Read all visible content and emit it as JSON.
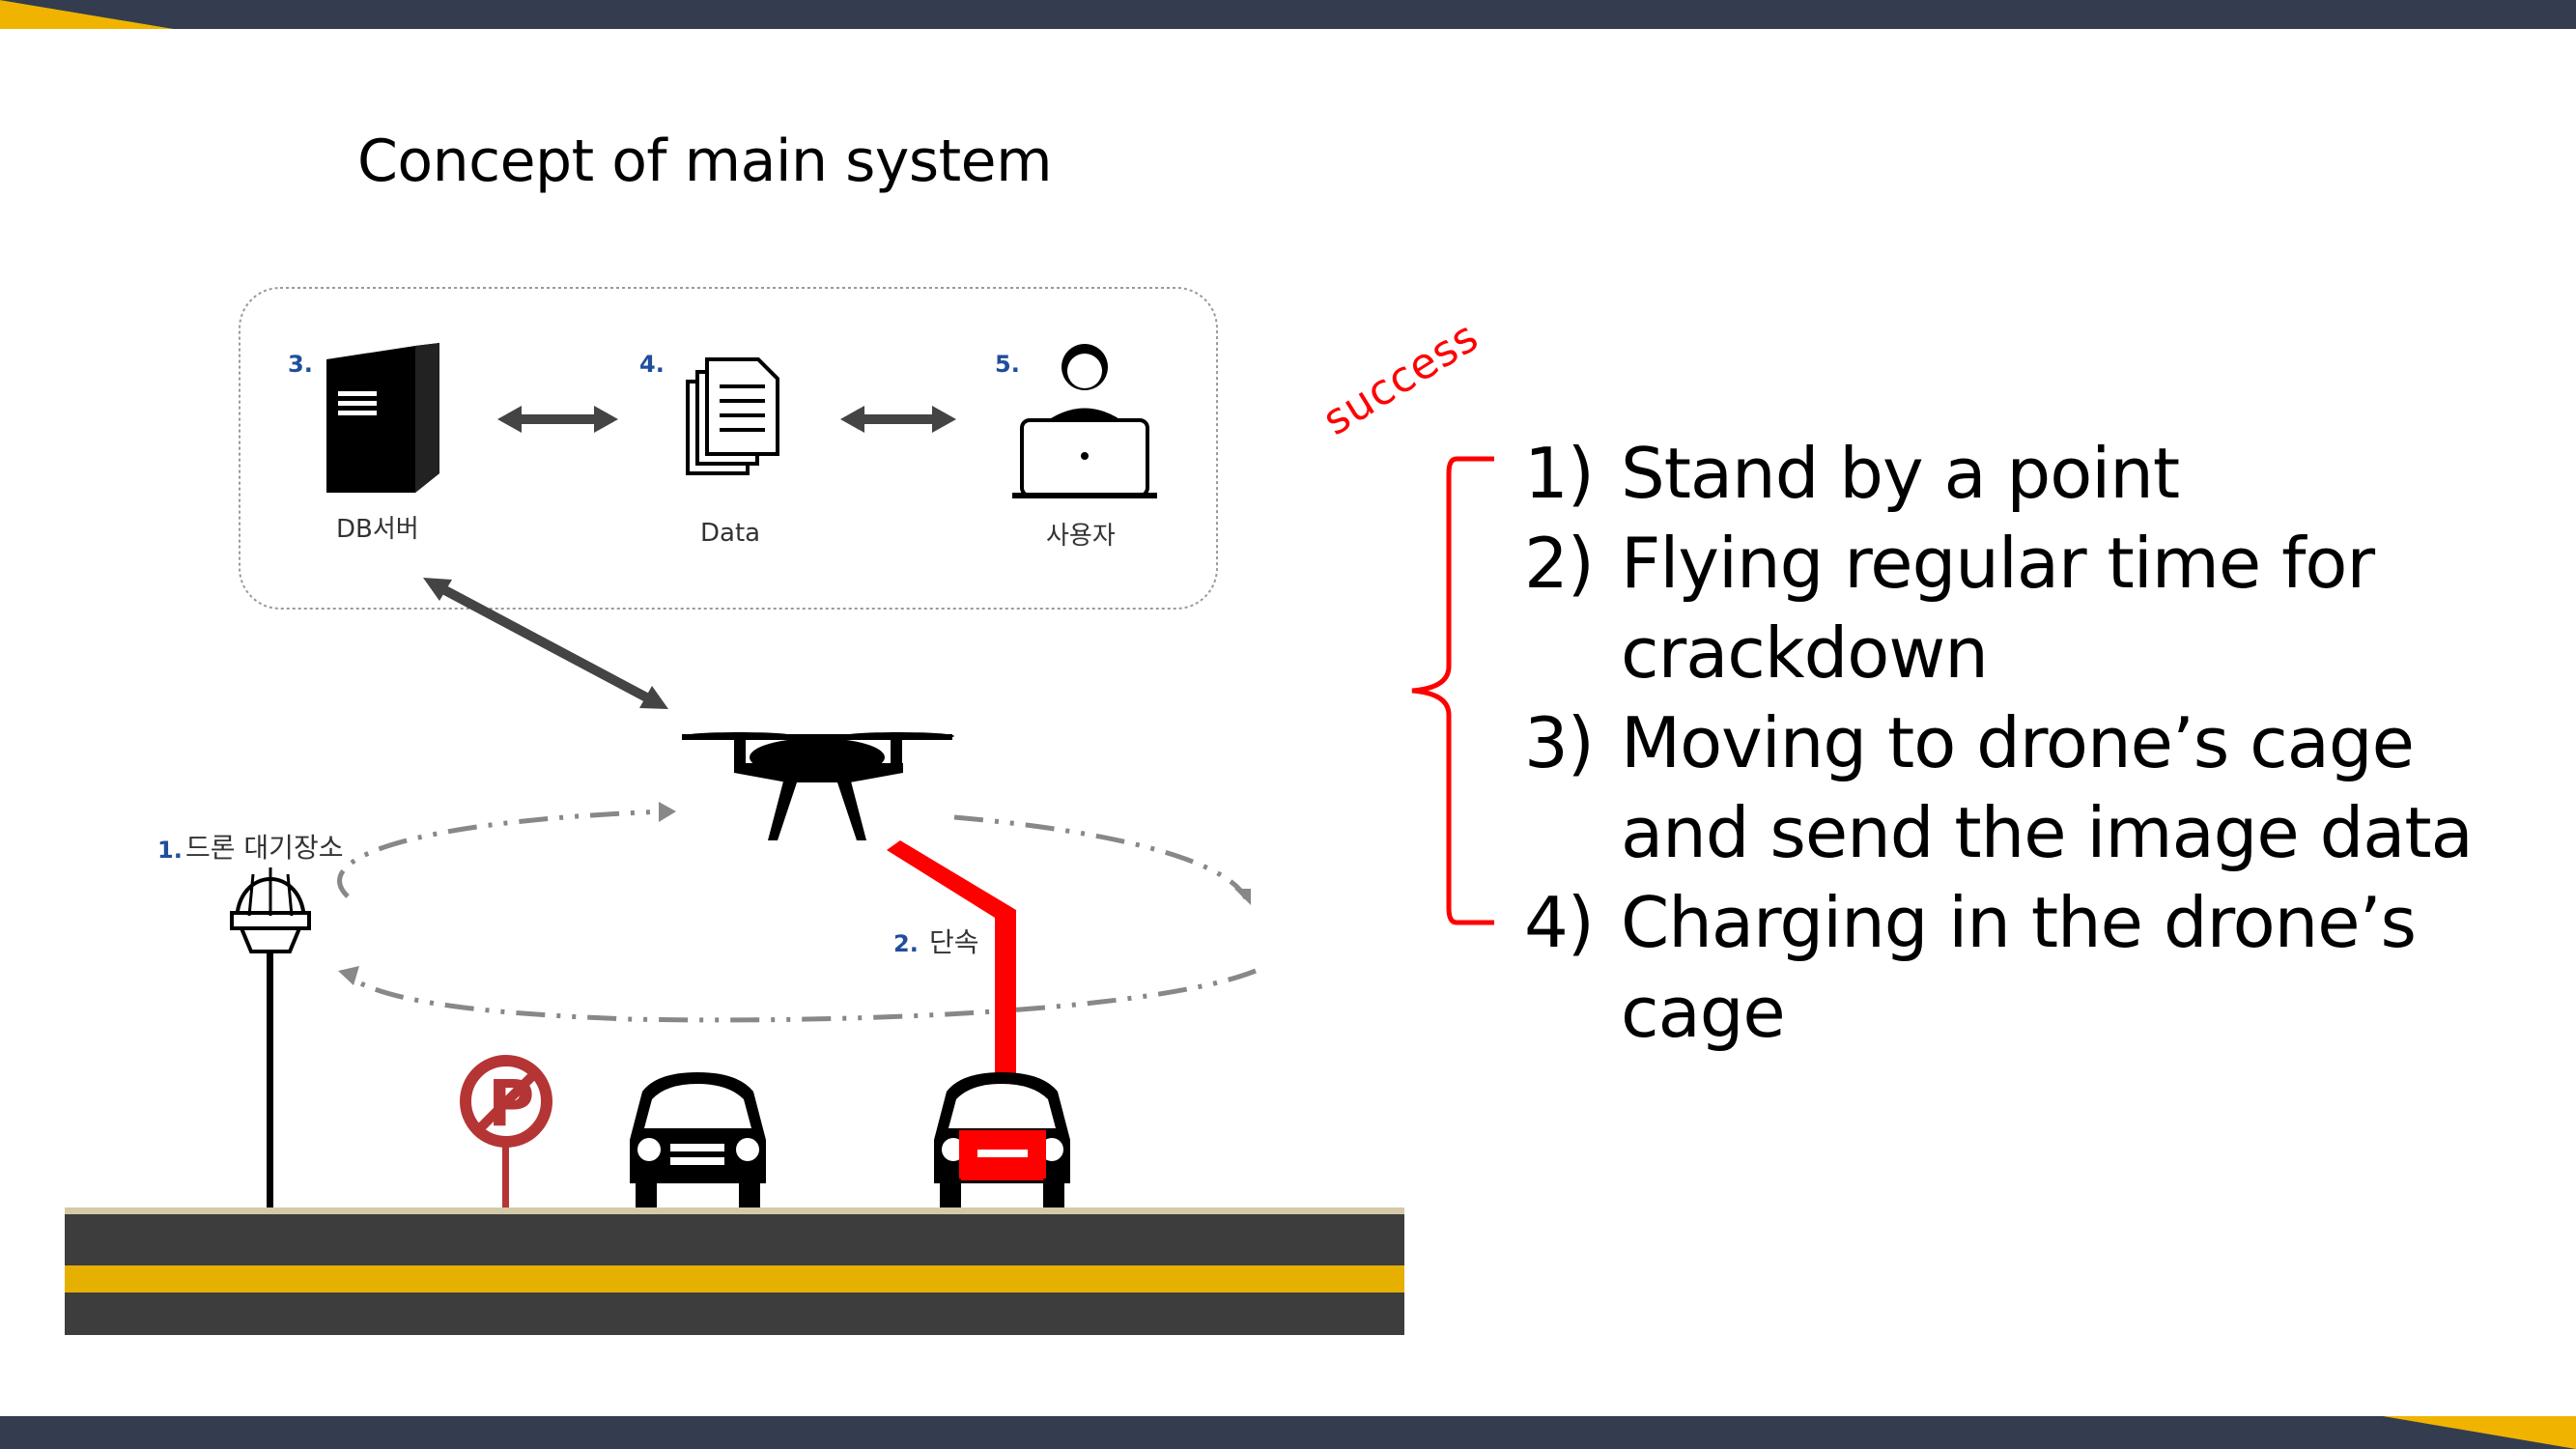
{
  "slide": {
    "title": "Concept of main system",
    "success_note": "success",
    "steps": [
      {
        "num": "1)",
        "text": "Stand by a point"
      },
      {
        "num": "2)",
        "text": "Flying regular time for crackdown"
      },
      {
        "num": "3)",
        "text": "Moving to drone’s cage and send the image data"
      },
      {
        "num": "4)",
        "text": "Charging in the drone’s cage"
      }
    ]
  },
  "diagram": {
    "nodes": [
      {
        "num": "3.",
        "label": "DB서버",
        "icon": "server-icon"
      },
      {
        "num": "4.",
        "label": "Data",
        "icon": "documents-icon"
      },
      {
        "num": "5.",
        "label": "사용자",
        "icon": "user-laptop-icon"
      }
    ],
    "cage_label_num": "1.",
    "cage_label": "드론 대기장소",
    "crackdown_label_num": "2.",
    "crackdown_label": "단속"
  },
  "colors": {
    "header_bar": "#343d4f",
    "accent_gold": "#f0b400",
    "highlight_red": "#ff0000",
    "road": "#3d3d3d",
    "road_line": "#e6b000",
    "number_blue": "#1f4e9c"
  }
}
